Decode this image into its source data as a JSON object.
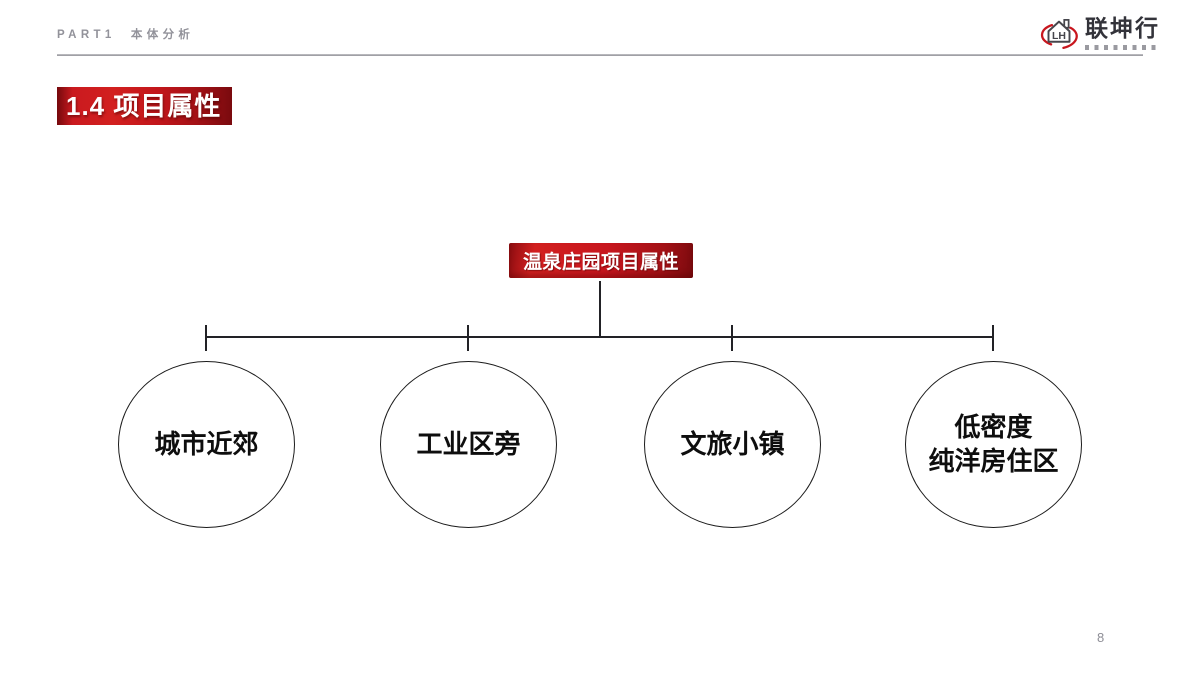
{
  "header": {
    "part_label": "PART1  本体分析",
    "logo_text": "联坤行",
    "logo_monogram": "LH"
  },
  "section_title": "1.4 项目属性",
  "diagram": {
    "root_label": "温泉庄园项目属性",
    "nodes": [
      {
        "label": "城市近郊"
      },
      {
        "label": "工业区旁"
      },
      {
        "label": "文旅小镇"
      },
      {
        "label": "低密度\n纯洋房住区"
      }
    ]
  },
  "page_number": "8",
  "colors": {
    "accent_red": "#c8161e",
    "bright_red": "#d2201f",
    "dark_red": "#7a0a0e",
    "muted_gray": "#8e8e96",
    "line_black": "#222226"
  }
}
